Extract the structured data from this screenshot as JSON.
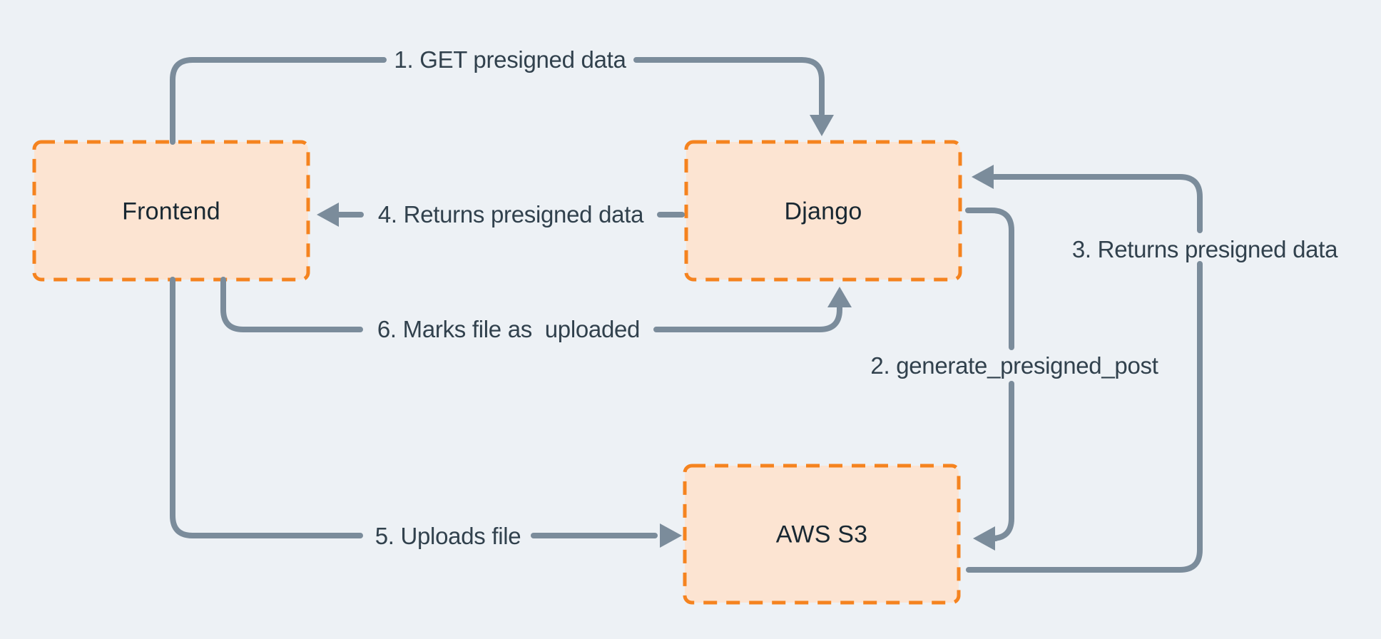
{
  "diagram": {
    "type": "flow-diagram",
    "colors": {
      "background": "#EDF1F5",
      "node_fill": "#FCE4D2",
      "node_border": "#F5831F",
      "arrow": "#7B8C9B",
      "edge_label_text": "#31414D",
      "node_label_text": "#182731"
    },
    "nodes": [
      {
        "id": "frontend",
        "label": "Frontend"
      },
      {
        "id": "django",
        "label": "Django"
      },
      {
        "id": "aws_s3",
        "label": "AWS S3"
      }
    ],
    "edges": [
      {
        "step": "1",
        "label": "1. GET presigned data",
        "from": "frontend",
        "to": "django"
      },
      {
        "step": "2",
        "label": "2. generate_presigned_post",
        "from": "django",
        "to": "aws_s3"
      },
      {
        "step": "3",
        "label": "3. Returns presigned data",
        "from": "aws_s3",
        "to": "django"
      },
      {
        "step": "4",
        "label": "4. Returns presigned data",
        "from": "django",
        "to": "frontend"
      },
      {
        "step": "5",
        "label": "5. Uploads file",
        "from": "frontend",
        "to": "aws_s3"
      },
      {
        "step": "6",
        "label": "6. Marks file as  uploaded",
        "from": "frontend",
        "to": "django"
      }
    ]
  }
}
